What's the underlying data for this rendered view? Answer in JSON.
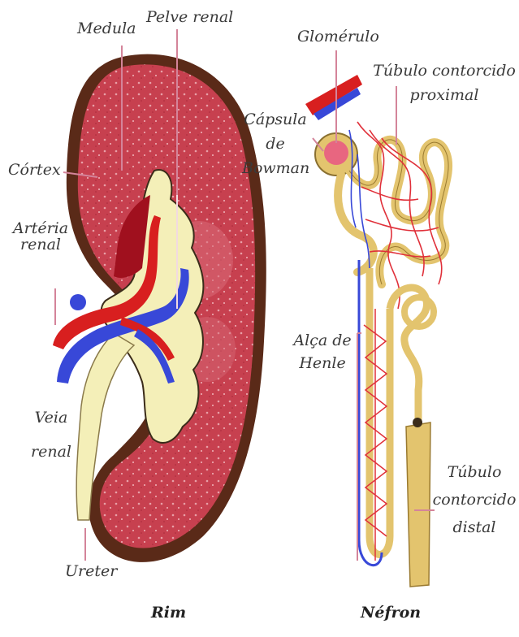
{
  "kidney": {
    "title": "Rim",
    "labels": {
      "medula": "Medula",
      "pelve_renal": "Pelve renal",
      "cortex": "Córtex",
      "arteria_1": "Artéria",
      "arteria_2": "renal",
      "veia_1": "Veia",
      "veia_2": "renal",
      "ureter": "Ureter"
    }
  },
  "nephron": {
    "title": "Néfron",
    "labels": {
      "glomerulo": "Glomérulo",
      "tubulo_proximal_1": "Túbulo contorcido",
      "tubulo_proximal_2": "proximal",
      "capsula_1": "Cápsula",
      "capsula_2": "de",
      "capsula_3": "Bowman",
      "alca_1": "Alça de",
      "alca_2": "Henle",
      "tubulo_distal_1": "Túbulo",
      "tubulo_distal_2": "contorcido",
      "tubulo_distal_3": "distal"
    }
  },
  "colors": {
    "cortex": "#c23a4e",
    "capsule": "#5a2a18",
    "artery": "#d81f1f",
    "vein": "#3848d8",
    "pelvis": "#f4efb8",
    "tubule": "#e3c46e",
    "label": "#3a3a3a",
    "leader": "#d4849a"
  }
}
